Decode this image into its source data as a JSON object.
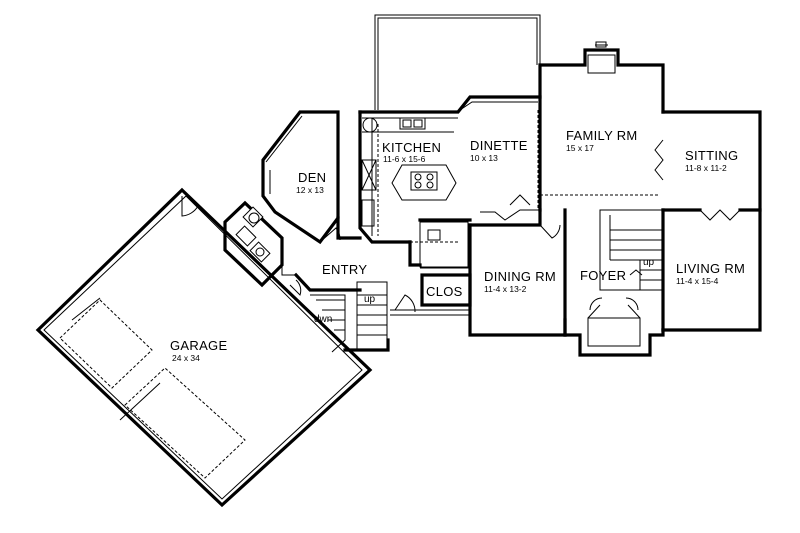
{
  "rooms": {
    "garage": {
      "name": "GARAGE",
      "size": "24 x 34"
    },
    "den": {
      "name": "DEN",
      "size": "12 x 13"
    },
    "kitchen": {
      "name": "KITCHEN",
      "size": "11-6 x 15-6"
    },
    "dinette": {
      "name": "DINETTE",
      "size": "10 x 13"
    },
    "family": {
      "name": "FAMILY RM",
      "size": "15 x 17"
    },
    "sitting": {
      "name": "SITTING",
      "size": "11-8 x 11-2"
    },
    "entry": {
      "name": "ENTRY"
    },
    "dining": {
      "name": "DINING RM",
      "size": "11-4 x 13-2"
    },
    "foyer": {
      "name": "FOYER"
    },
    "living": {
      "name": "LIVING RM",
      "size": "11-4 x 15-4"
    },
    "closet": {
      "name": "CLOS"
    }
  },
  "stairs": {
    "entry_up": "up",
    "entry_down": "dwn",
    "foyer_up": "up"
  }
}
